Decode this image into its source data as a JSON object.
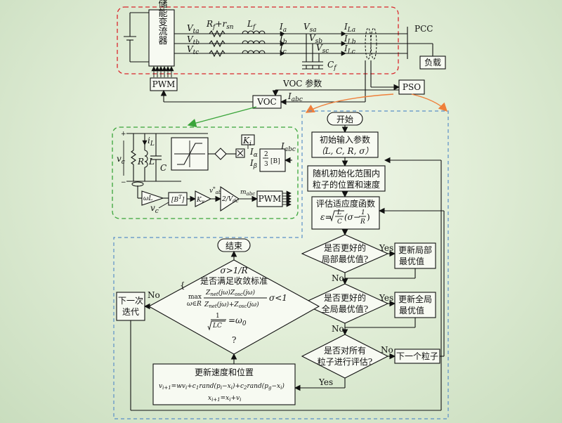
{
  "top_circuit": {
    "converter": "储能变流器",
    "v_ta": "V",
    "v_ta_sub": "ta",
    "v_tb": "V",
    "v_tb_sub": "tb",
    "v_tc": "V",
    "v_tc_sub": "tc",
    "rf_rsn": "R",
    "rf_sub": "f",
    "rf_plus": "+r",
    "rsn_sub": "sn",
    "lf": "L",
    "lf_sub": "f",
    "ia": "I",
    "ia_sub": "a",
    "ib": "I",
    "ib_sub": "b",
    "ic": "I",
    "ic_sub": "c",
    "vsa": "V",
    "vsa_sub": "sa",
    "vsb": "V",
    "vsb_sub": "sb",
    "vsc": "V",
    "vsc_sub": "sc",
    "cf": "C",
    "cf_sub": "f",
    "ila": "I",
    "ila_sub": "La",
    "ilb": "I",
    "ilb_sub": "Lb",
    "ilc": "I",
    "ilc_sub": "Lc",
    "pcc": "PCC",
    "load": "负载",
    "pwm": "PWM",
    "voc_param": "VOC 参数",
    "pso": "PSO",
    "voc": "VOC",
    "iabc": "I",
    "iabc_sub": "abc"
  },
  "voc_detail": {
    "vc": "v",
    "vc_sub": "c",
    "il": "i",
    "il_sub": "L",
    "r": "R",
    "l": "L",
    "c": "C",
    "ki": "K",
    "ki_sub": "i",
    "ia": "I",
    "ia_sub": "α",
    "ib": "I",
    "ib_sub": "β",
    "transform_num": "2",
    "transform_den": "3",
    "transform_b": "[B]",
    "iabc": "I",
    "iabc_sub": "abc",
    "omega_l": "ωL",
    "vc2": "v",
    "vc2_sub": "c",
    "bt": "[B",
    "bt_sup": "T",
    "bt_close": "]",
    "kv": "K",
    "kv_sub": "v",
    "vabc_star": "v",
    "vabc_sup": "*",
    "vabc_sub": "abc",
    "div_num": "2",
    "div_den": "V",
    "div_den_sub": "dc",
    "m_abc": "m",
    "m_abc_sub": "abc",
    "pwm": "PWM"
  },
  "flowchart": {
    "start": "开始",
    "init_params": "初始输入参数",
    "init_params_vars": "（L, C, R, σ）",
    "init_pos_1": "随机初始化范围内",
    "init_pos_2": "粒子的位置和速度",
    "fitness_title": "评估适应度函数",
    "fitness_lhs": "ε=",
    "fitness_num": "L",
    "fitness_den": "C",
    "fitness_paren_open": "(σ−",
    "fitness_frac_num": "1",
    "fitness_frac_den": "R",
    "fitness_paren_close": ")",
    "dec_local_1": "是否更好的",
    "dec_local_2": "局部最优值?",
    "yes1": "Yes",
    "no1": "No",
    "update_local_1": "更新局部",
    "update_local_2": "最优值",
    "dec_global_1": "是否更好的",
    "dec_global_2": "全局最优值?",
    "yes2": "Yes",
    "no2": "No",
    "update_global_1": "更新全局",
    "update_global_2": "最优值",
    "dec_all_1": "是否对所有",
    "dec_all_2": "粒子进行评估?",
    "no3": "No",
    "yes3": "Yes",
    "next_particle": "下一个粒子",
    "end": "结束",
    "conv_1": "σ>1/R",
    "conv_2": "是否满足收敛标准",
    "conv_max": "max",
    "conv_max_sub": "ω∈R",
    "conv_num": "Z",
    "conv_num_sub1": "net",
    "conv_num_mid": "(jω)Z",
    "conv_num_sub2": "osc",
    "conv_num_end": "(jω)",
    "conv_den": "Z",
    "conv_den_sub1": "net",
    "conv_den_mid": "(jω)+Z",
    "conv_den_sub2": "osc",
    "conv_den_end": "(jω)",
    "conv_lt": "σ<1",
    "conv_sqrt_num": "1",
    "conv_sqrt_den": "LC",
    "conv_omega": "=ω",
    "conv_omega_sub": "0",
    "conv_q": "?",
    "no4": "No",
    "next_iter_1": "下一次",
    "next_iter_2": "迭代",
    "update_1": "更新速度和位置",
    "update_eq1": "v",
    "update_eq1_sub": "i+1",
    "update_eq1_rest": "=wv",
    "update_eq1_rest_sub": "i",
    "update_eq1_c1": "+c",
    "update_eq1_c1_sub": "1",
    "update_eq1_rand1": "rand(p",
    "update_eq1_rand1_sub": "i",
    "update_eq1_x1": "−x",
    "update_eq1_x1_sub": "i",
    "update_eq1_c2": ")+c",
    "update_eq1_c2_sub": "2",
    "update_eq1_rand2": "rand(p",
    "update_eq1_rand2_sub": "g",
    "update_eq1_x2": "−x",
    "update_eq1_x2_sub": "i",
    "update_eq1_close": ")",
    "update_eq2": "x",
    "update_eq2_sub": "i+1",
    "update_eq2_rest": "=x",
    "update_eq2_rest_sub": "i",
    "update_eq2_plus": "+v",
    "update_eq2_plus_sub": "i"
  },
  "colors": {
    "red_dash": "#d9262b",
    "green_dash": "#3aa53a",
    "blue_dash": "#5a8fc8",
    "green_arrow": "#3aa53a",
    "orange_arrow": "#ef7f3a"
  }
}
